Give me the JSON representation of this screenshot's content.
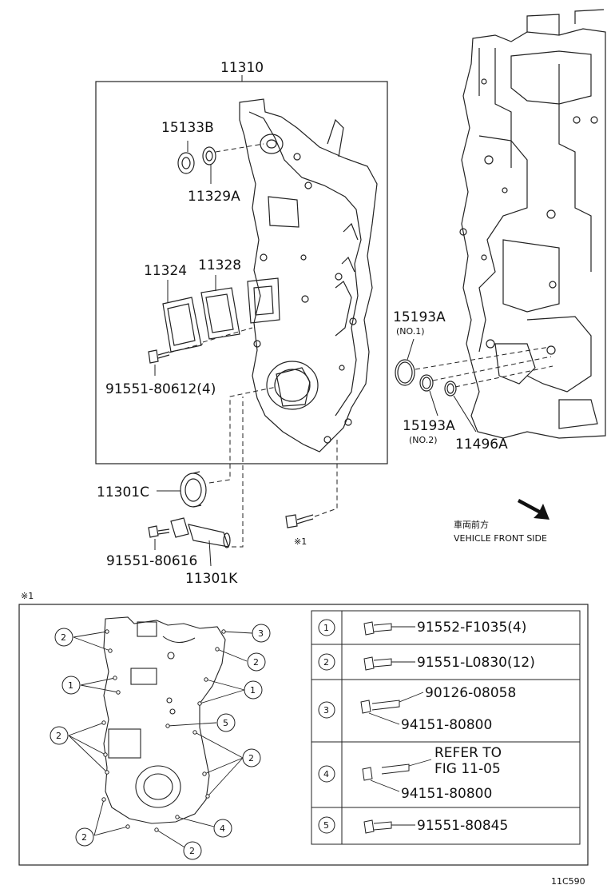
{
  "upper": {
    "assembly_part": "11310",
    "parts": {
      "p15133B": "15133B",
      "p11329A": "11329A",
      "p11324": "11324",
      "p11328": "11328",
      "p91551_80612": "91551-80612(4)",
      "p15193A_1": "15193A",
      "p15193A_1_note": "(NO.1)",
      "p15193A_2": "15193A",
      "p15193A_2_note": "(NO.2)",
      "p11496A": "11496A",
      "p11301C": "11301C",
      "p91551_80616": "91551-80616",
      "p11301K": "11301K"
    },
    "ref_mark": "※1",
    "direction_label_jp": "車両前方",
    "direction_label_en": "VEHICLE FRONT SIDE"
  },
  "lower": {
    "ref_mark": "※1",
    "callouts": [
      "1",
      "2",
      "3",
      "4",
      "5"
    ],
    "legend": [
      {
        "num": "1",
        "lines": [
          "91552-F1035(4)"
        ]
      },
      {
        "num": "2",
        "lines": [
          "91551-L0830(12)"
        ]
      },
      {
        "num": "3",
        "lines": [
          "90126-08058",
          "94151-80800"
        ]
      },
      {
        "num": "4",
        "lines": [
          "REFER TO",
          "FIG 11-05",
          "94151-80800"
        ]
      },
      {
        "num": "5",
        "lines": [
          "91551-80845"
        ]
      }
    ]
  },
  "figure_code": "11C590"
}
